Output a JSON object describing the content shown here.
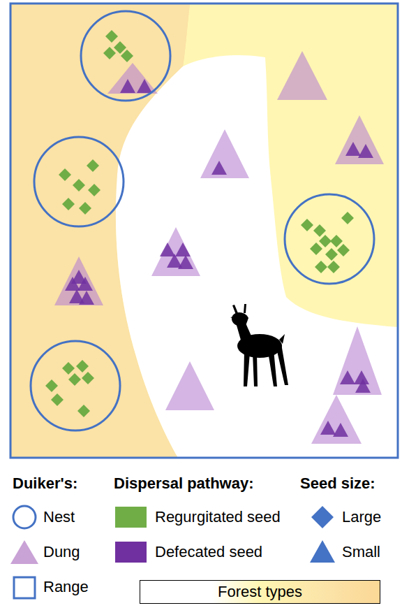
{
  "diagram": {
    "labels": [
      "Duiker's:",
      "Dispersal pathway:",
      "Seed size:"
    ],
    "legend": [
      {
        "text": "Nest"
      },
      {
        "text": "Dung"
      },
      {
        "text": "Range"
      },
      {
        "text": "Regurgitated seed",
        "color": "#70ad47"
      },
      {
        "text": "Defecated seed",
        "color": "#7030a0"
      },
      {
        "text": "Large"
      },
      {
        "text": "Small"
      },
      {
        "text": "Forest types"
      }
    ]
  }
}
